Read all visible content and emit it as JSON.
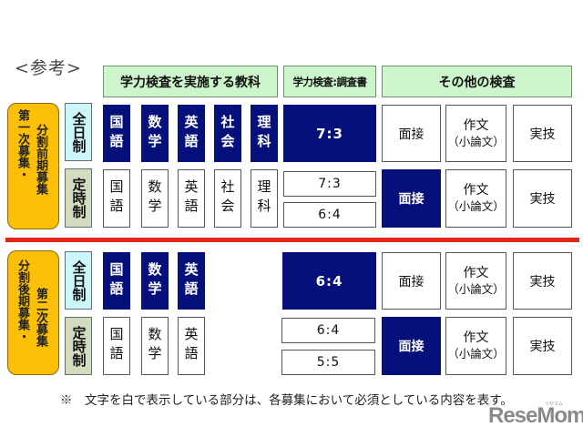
{
  "title": "<参考>",
  "headers": {
    "subjects": "学力検査を実施する教科",
    "ratio": "学力検査:調査書",
    "other": "その他の検査"
  },
  "colors": {
    "required_fill": "#06107a",
    "header_fill": "#ccf5cc",
    "phase_fill": "#fbbf08",
    "fulltime_fill": "#cdf6fb",
    "parttime_fill": "#d4dcc0",
    "divider": "#e3261a"
  },
  "sections": [
    {
      "phase_label_right": "分割前期募集",
      "phase_label_left": "第一次募集・",
      "rows": [
        {
          "course": "全日制",
          "subjects": [
            {
              "label": "国語",
              "required": true
            },
            {
              "label": "数学",
              "required": true
            },
            {
              "label": "英語",
              "required": true
            },
            {
              "label": "社会",
              "required": true
            },
            {
              "label": "理科",
              "required": true
            }
          ],
          "ratios": [
            {
              "value": "7:3",
              "required": true
            }
          ],
          "other": {
            "interview": {
              "label": "面接",
              "required": false
            },
            "essay": {
              "label": "作文",
              "sub": "（小論文）",
              "required": false
            },
            "practical": {
              "label": "実技",
              "required": false
            }
          }
        },
        {
          "course": "定時制",
          "subjects": [
            {
              "label": "国語",
              "required": false
            },
            {
              "label": "数学",
              "required": false
            },
            {
              "label": "英語",
              "required": false
            },
            {
              "label": "社会",
              "required": false
            },
            {
              "label": "理科",
              "required": false
            }
          ],
          "ratios": [
            {
              "value": "7:3",
              "required": false
            },
            {
              "value": "6:4",
              "required": false
            }
          ],
          "other": {
            "interview": {
              "label": "面接",
              "required": true
            },
            "essay": {
              "label": "作文",
              "sub": "（小論文）",
              "required": false
            },
            "practical": {
              "label": "実技",
              "required": false
            }
          }
        }
      ]
    },
    {
      "phase_label_right": "第二次募集",
      "phase_label_left": "分割後期募集・",
      "rows": [
        {
          "course": "全日制",
          "subjects": [
            {
              "label": "国語",
              "required": true
            },
            {
              "label": "数学",
              "required": true
            },
            {
              "label": "英語",
              "required": true
            }
          ],
          "ratios": [
            {
              "value": "6:4",
              "required": true
            }
          ],
          "other": {
            "interview": {
              "label": "面接",
              "required": false
            },
            "essay": {
              "label": "作文",
              "sub": "（小論文）",
              "required": false
            },
            "practical": {
              "label": "実技",
              "required": false
            }
          }
        },
        {
          "course": "定時制",
          "subjects": [
            {
              "label": "国語",
              "required": false
            },
            {
              "label": "数学",
              "required": false
            },
            {
              "label": "英語",
              "required": false
            }
          ],
          "ratios": [
            {
              "value": "6:4",
              "required": false
            },
            {
              "value": "5:5",
              "required": false
            }
          ],
          "other": {
            "interview": {
              "label": "面接",
              "required": true
            },
            "essay": {
              "label": "作文",
              "sub": "（小論文）",
              "required": false
            },
            "practical": {
              "label": "実技",
              "required": false
            }
          }
        }
      ]
    }
  ],
  "footnote": "※　文字を白で表示している部分は、各募集において必須としている内容を表す。",
  "watermark": {
    "text": "ReseMom",
    "ruby": "リセマム"
  }
}
